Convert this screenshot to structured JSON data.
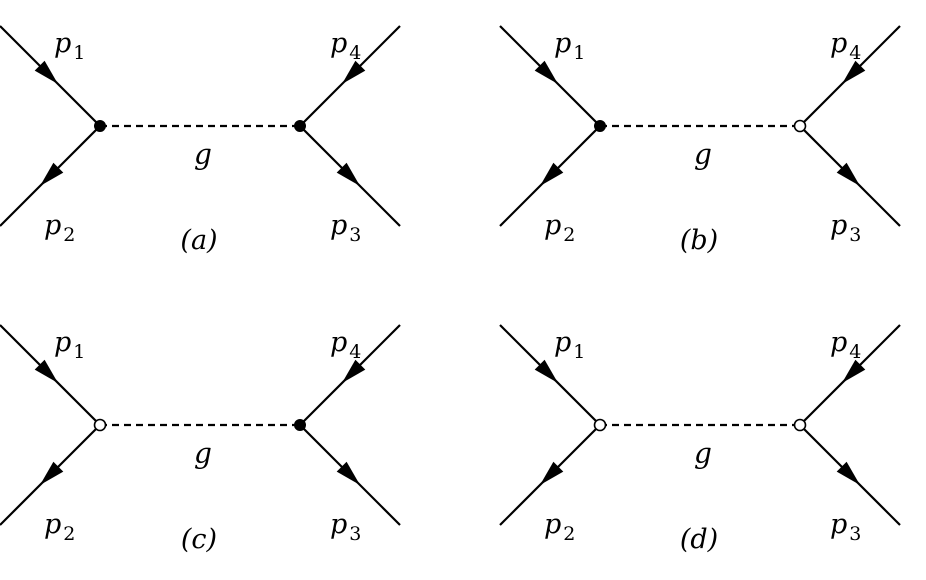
{
  "diagrams": [
    {
      "caption": "(a)",
      "vertex_left": "filled",
      "vertex_right": "filled",
      "propagator": "g",
      "p1": {
        "base": "p",
        "sub": "1"
      },
      "p2": {
        "base": "p",
        "sub": "2"
      },
      "p3": {
        "base": "p",
        "sub": "3"
      },
      "p4": {
        "base": "p",
        "sub": "4"
      }
    },
    {
      "caption": "(b)",
      "vertex_left": "filled",
      "vertex_right": "open",
      "propagator": "g",
      "p1": {
        "base": "p",
        "sub": "1"
      },
      "p2": {
        "base": "p",
        "sub": "2"
      },
      "p3": {
        "base": "p",
        "sub": "3"
      },
      "p4": {
        "base": "p",
        "sub": "4"
      }
    },
    {
      "caption": "(c)",
      "vertex_left": "open",
      "vertex_right": "filled",
      "propagator": "g",
      "p1": {
        "base": "p",
        "sub": "1"
      },
      "p2": {
        "base": "p",
        "sub": "2"
      },
      "p3": {
        "base": "p",
        "sub": "3"
      },
      "p4": {
        "base": "p",
        "sub": "4"
      }
    },
    {
      "caption": "(d)",
      "vertex_left": "open",
      "vertex_right": "open",
      "propagator": "g",
      "p1": {
        "base": "p",
        "sub": "1"
      },
      "p2": {
        "base": "p",
        "sub": "2"
      },
      "p3": {
        "base": "p",
        "sub": "3"
      },
      "p4": {
        "base": "p",
        "sub": "4"
      }
    }
  ],
  "colors": {
    "line": "#000000",
    "vertex_filled": "#000000",
    "vertex_open_fill": "#ffffff"
  }
}
